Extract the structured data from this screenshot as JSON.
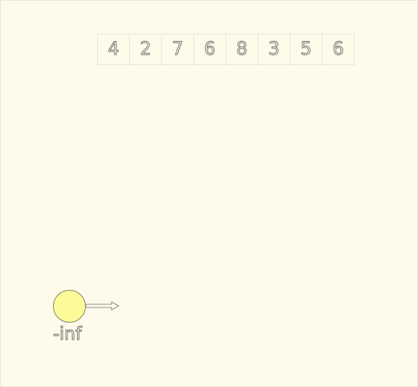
{
  "array": {
    "values": [
      "4",
      "2",
      "7",
      "6",
      "8",
      "3",
      "5",
      "6"
    ]
  },
  "node": {
    "label": "-inf"
  },
  "colors": {
    "background": "#fefbea",
    "node_fill": "#fdfa9a",
    "stroke": "#707070"
  }
}
